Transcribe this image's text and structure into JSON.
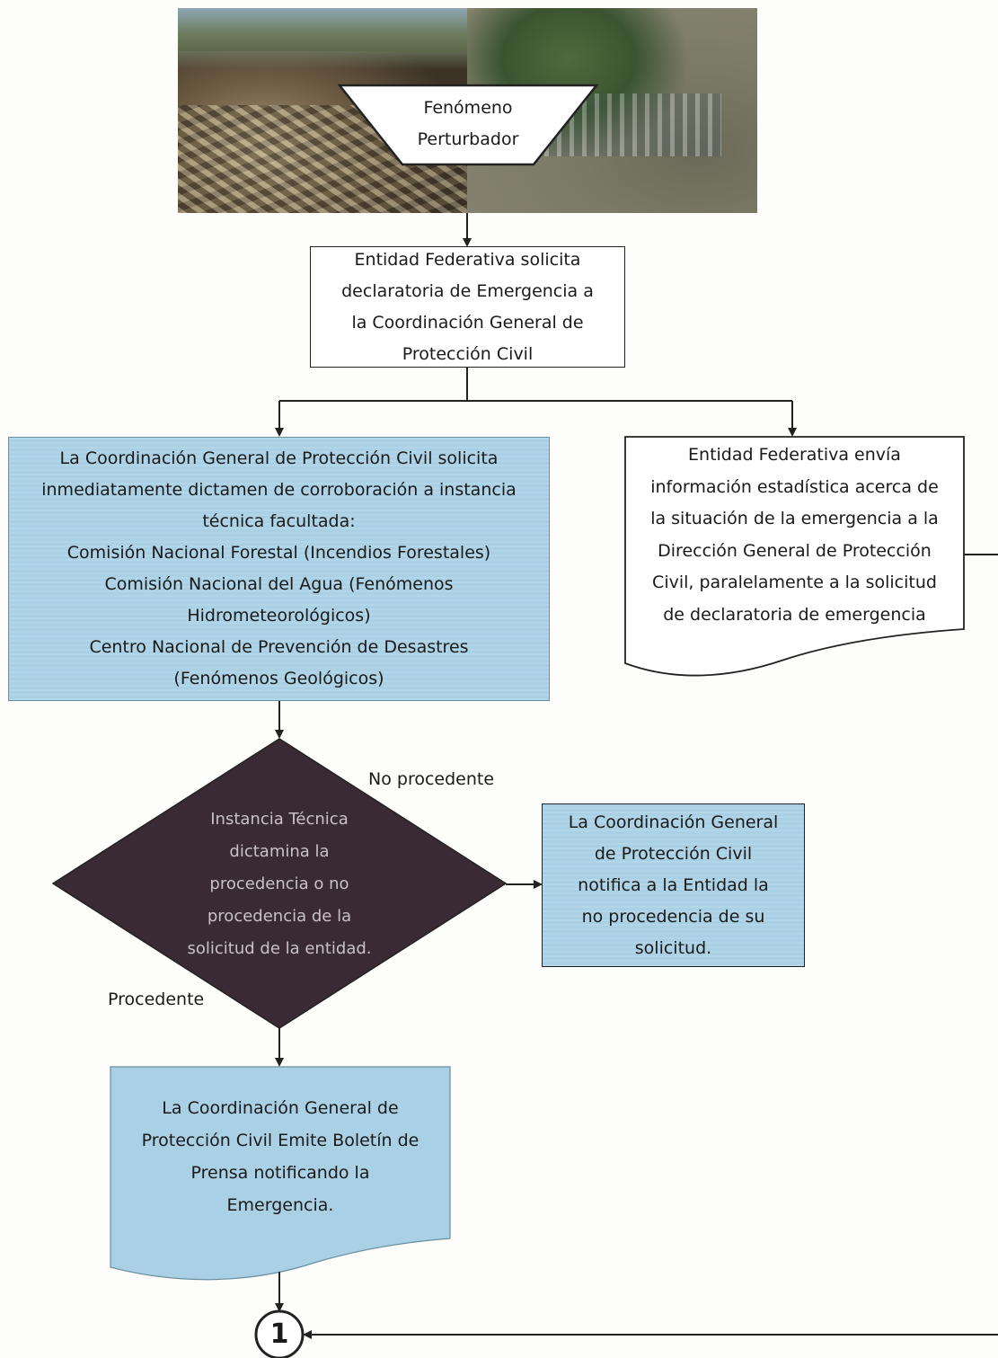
{
  "photo": {
    "caption_line1": "Fenómeno",
    "caption_line2": "Perturbador"
  },
  "nodes": {
    "solicitud": {
      "lines": [
        "Entidad Federativa solicita",
        "declaratoria de Emergencia a",
        "la Coordinación General de",
        "Protección Civil"
      ]
    },
    "dictamen": {
      "lines": [
        "La Coordinación General de Protección Civil solicita",
        "inmediatamente dictamen de corroboración a instancia",
        "técnica facultada:",
        "Comisión Nacional Forestal (Incendios Forestales)",
        "Comisión Nacional del Agua (Fenómenos",
        "Hidrometeorológicos)",
        "Centro Nacional de Prevención de Desastres",
        "(Fenómenos Geológicos)"
      ]
    },
    "estadistica": {
      "lines": [
        "Entidad Federativa envía",
        "información estadística acerca de",
        "la situación de la emergencia a la",
        "Dirección General de Protección",
        "Civil, paralelamente a la solicitud",
        "de declaratoria de emergencia"
      ]
    },
    "decision": {
      "lines": [
        "Instancia Técnica",
        "dictamina la",
        "procedencia o no",
        "procedencia de la",
        "solicitud de la entidad."
      ]
    },
    "no_procedencia": {
      "lines": [
        "La Coordinación General",
        "de Protección Civil",
        "notifica a la Entidad la",
        "no procedencia de su",
        "solicitud."
      ]
    },
    "boletin": {
      "lines": [
        "La Coordinación General de",
        "Protección Civil Emite Boletín de",
        "Prensa notificando la",
        "Emergencia."
      ]
    },
    "connector": {
      "label": "1"
    }
  },
  "edge_labels": {
    "no_procedente": "No procedente",
    "procedente": "Procedente"
  },
  "colors": {
    "blue_fill": "#a9d0e4",
    "diamond_fill": "#3a2a33",
    "line": "#222222"
  }
}
